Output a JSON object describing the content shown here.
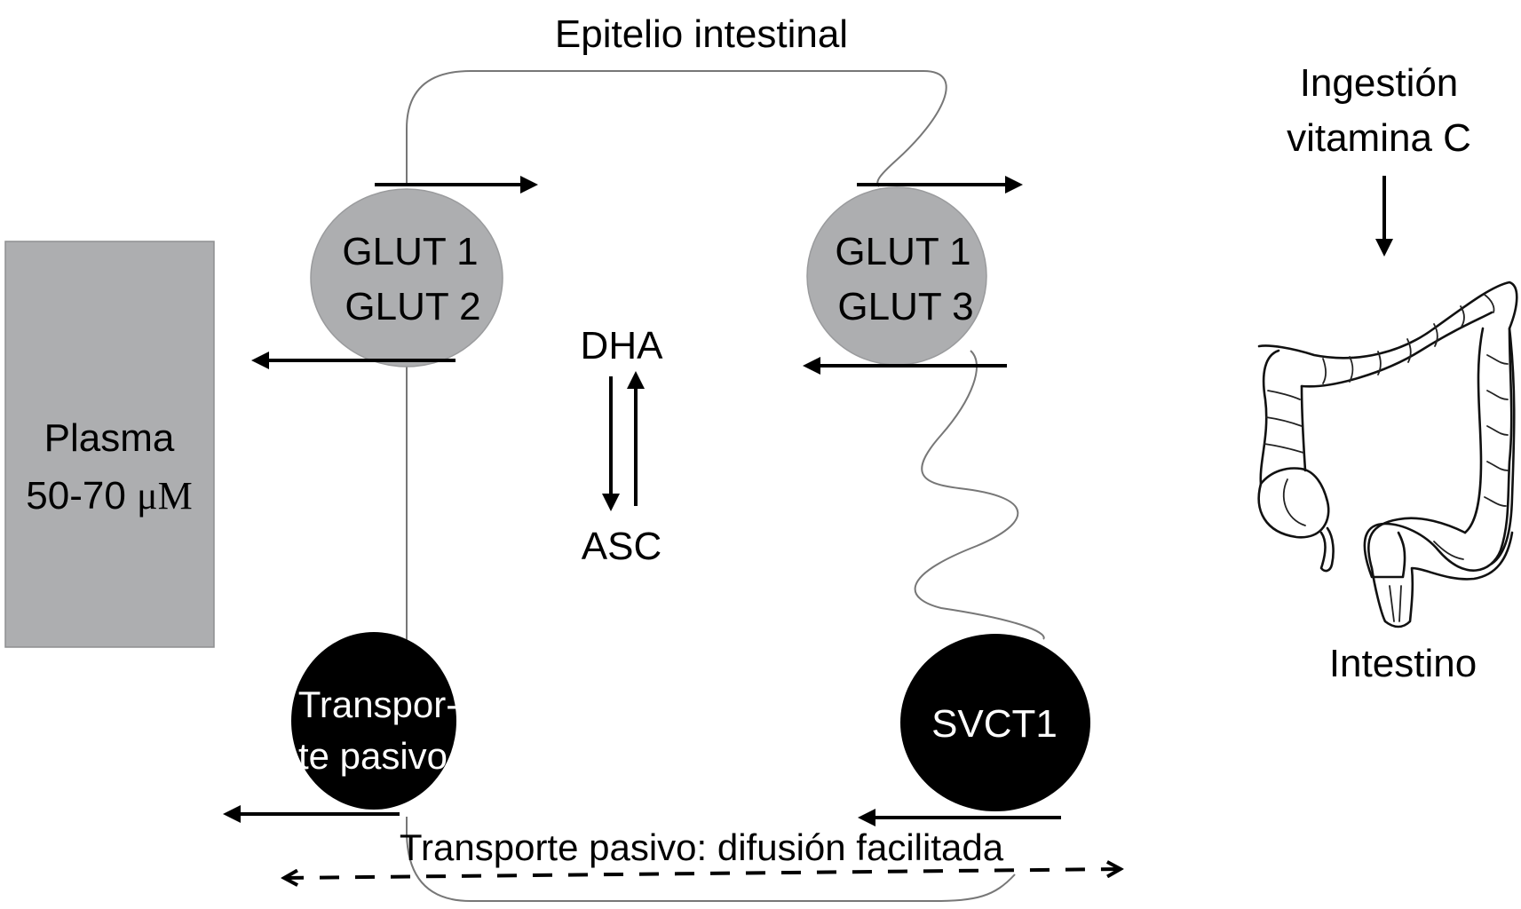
{
  "title": "Epitelio intestinal",
  "colors": {
    "glut_fill": "#adaeb0",
    "plasma_fill": "#adaeb0",
    "svct_fill": "#000000",
    "membrane": "#777777",
    "text": "#000000"
  },
  "plasma": {
    "label": "Plasma",
    "concentration_prefix": "50-70 ",
    "concentration_unit": "μM"
  },
  "transporters": {
    "apical_glut": {
      "line1": "GLUT 1",
      "line2": "GLUT 3"
    },
    "basolateral_glut": {
      "line1": "GLUT 1",
      "line2": "GLUT 2"
    },
    "svct": {
      "label": "SVCT1"
    },
    "passive": {
      "line1": "Transpor-",
      "line2": "te pasivo"
    }
  },
  "reaction": {
    "top": "DHA",
    "bottom": "ASC"
  },
  "passive_transport_caption": "Transporte pasivo: difusión facilitada",
  "intake": {
    "line1": "Ingestión",
    "line2": "vitamina C"
  },
  "intestine_label": "Intestino"
}
